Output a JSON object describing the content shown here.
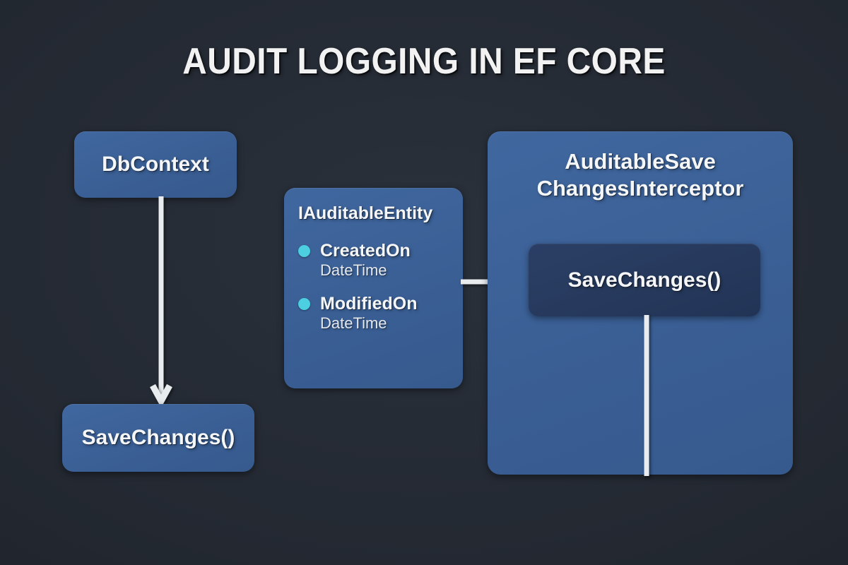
{
  "title": "AUDIT LOGGING IN EF CORE",
  "colors": {
    "background": "#242a33",
    "node_blue": "#3a5f95",
    "inner_box_navy": "#26395c",
    "bullet_cyan": "#4ccfe0",
    "text_white": "#f4f6f8",
    "arrow_white": "#e9ecef"
  },
  "left_flow": {
    "dbcontext_label": "DbContext",
    "savechanges_label": "SaveChanges()",
    "arrow_name": "arrow-dbcontext-to-savechanges"
  },
  "entity_card": {
    "title": "IAuditableEntity",
    "properties": [
      {
        "name": "CreatedOn",
        "type": "DateTime"
      },
      {
        "name": "ModifiedOn",
        "type": "DateTime"
      }
    ]
  },
  "interceptor_panel": {
    "title_line1": "AuditableSave",
    "title_line2": "ChangesInterceptor",
    "inner_method_label": "SaveChanges()"
  }
}
